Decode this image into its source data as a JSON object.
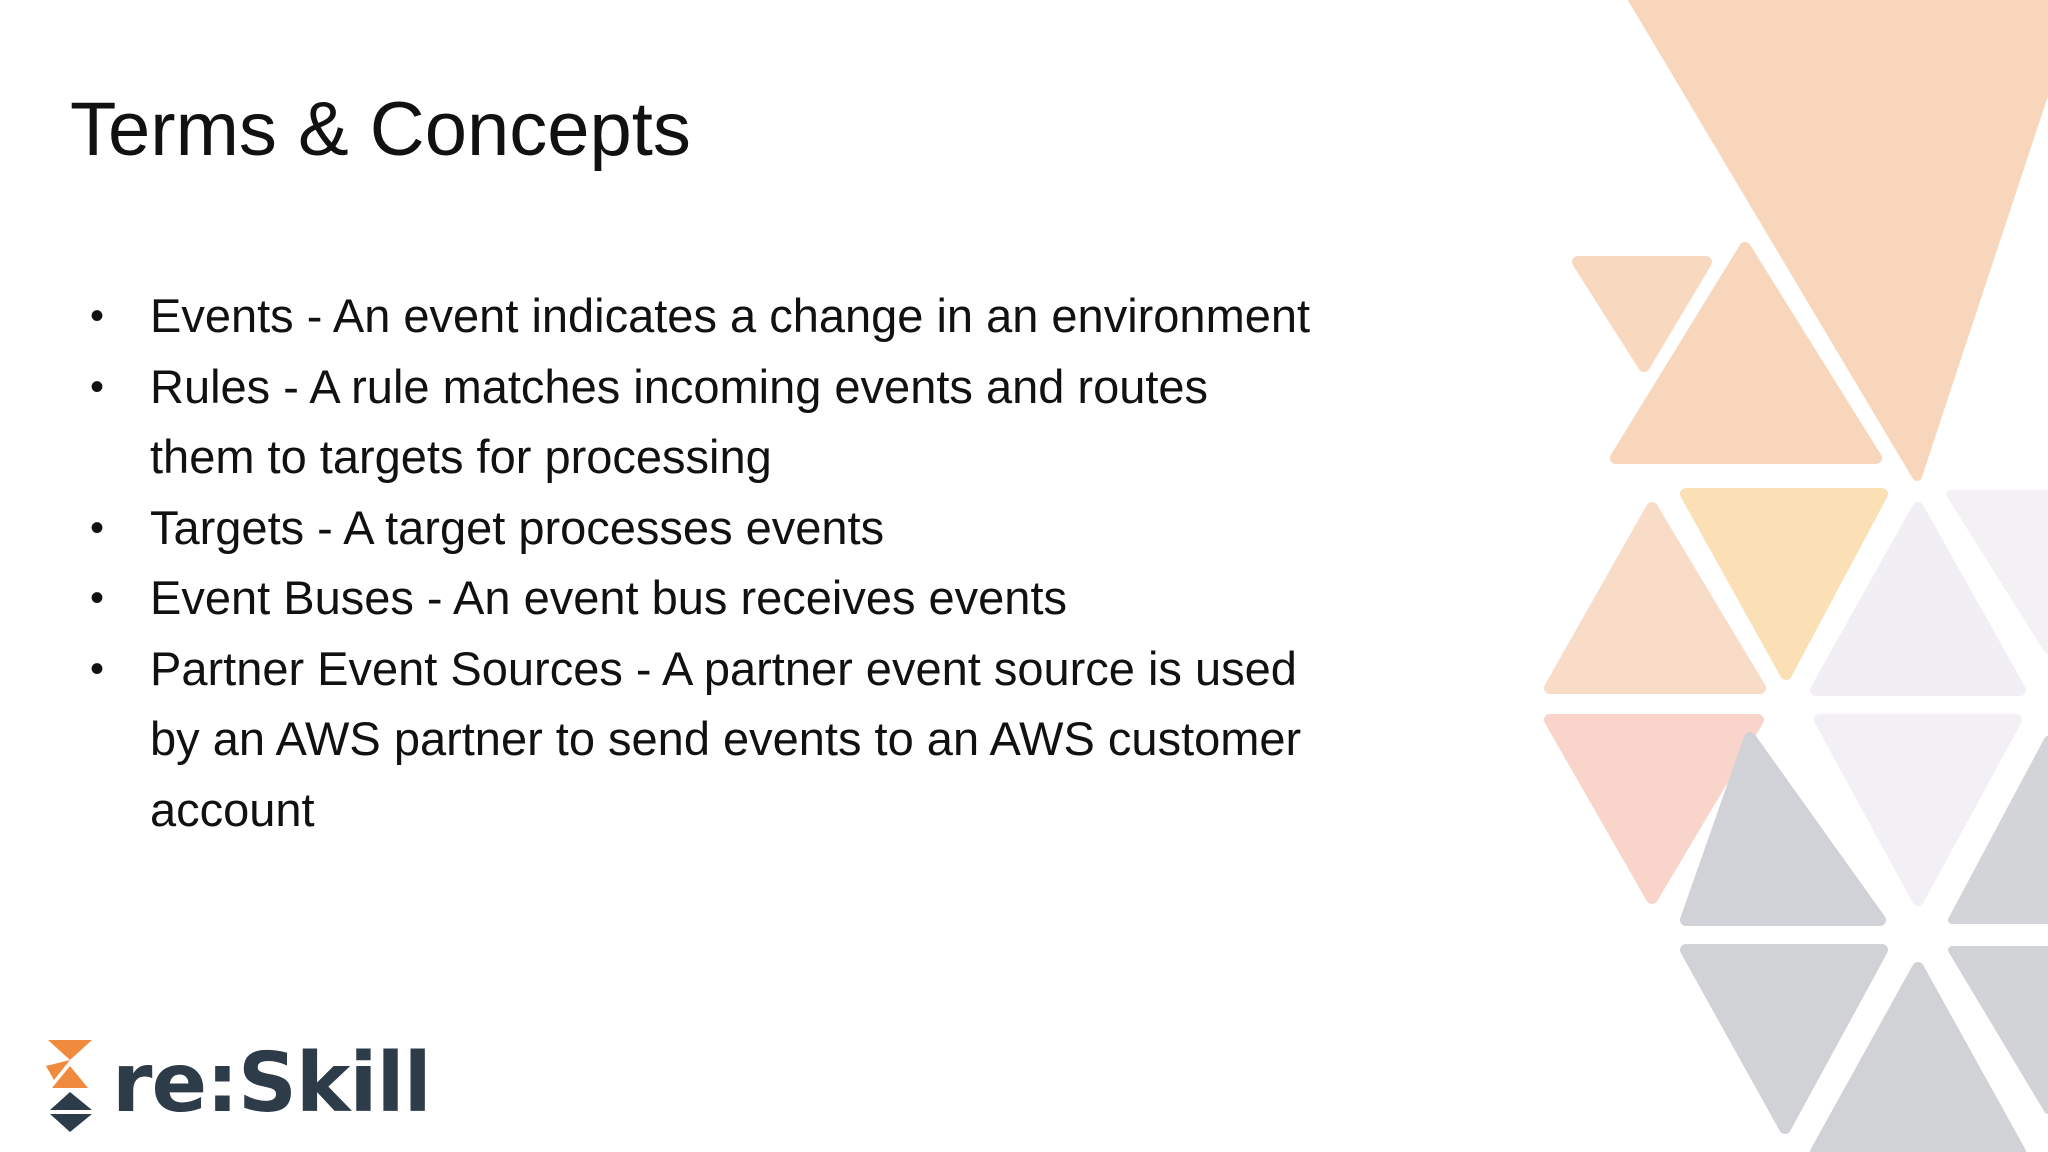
{
  "slide": {
    "title": "Terms & Concepts",
    "bullet_glyph": "•",
    "bullets": [
      {
        "text": "Events - An event indicates a change in an environment"
      },
      {
        "text": "Rules - A rule matches incoming events and routes them to targets for processing"
      },
      {
        "text": "Targets - A target processes events"
      },
      {
        "text": "Event Buses - An event bus receives events"
      },
      {
        "text": "Partner Event Sources - A partner event source is used by an AWS partner to send events to an AWS customer account"
      }
    ]
  },
  "logo": {
    "text": "re:Skill",
    "text_color": "#2e3b48",
    "accent_orange": "#f08a3c",
    "accent_dark": "#2e3b48"
  },
  "colors": {
    "background": "#ffffff",
    "text": "#111111",
    "triangle_peach": "#f8d7bd",
    "triangle_yellow": "#fbe1b0",
    "triangle_pink": "#f9d3cc",
    "triangle_gray": "#cfd2d6",
    "triangle_lavender": "#eceaf0"
  }
}
